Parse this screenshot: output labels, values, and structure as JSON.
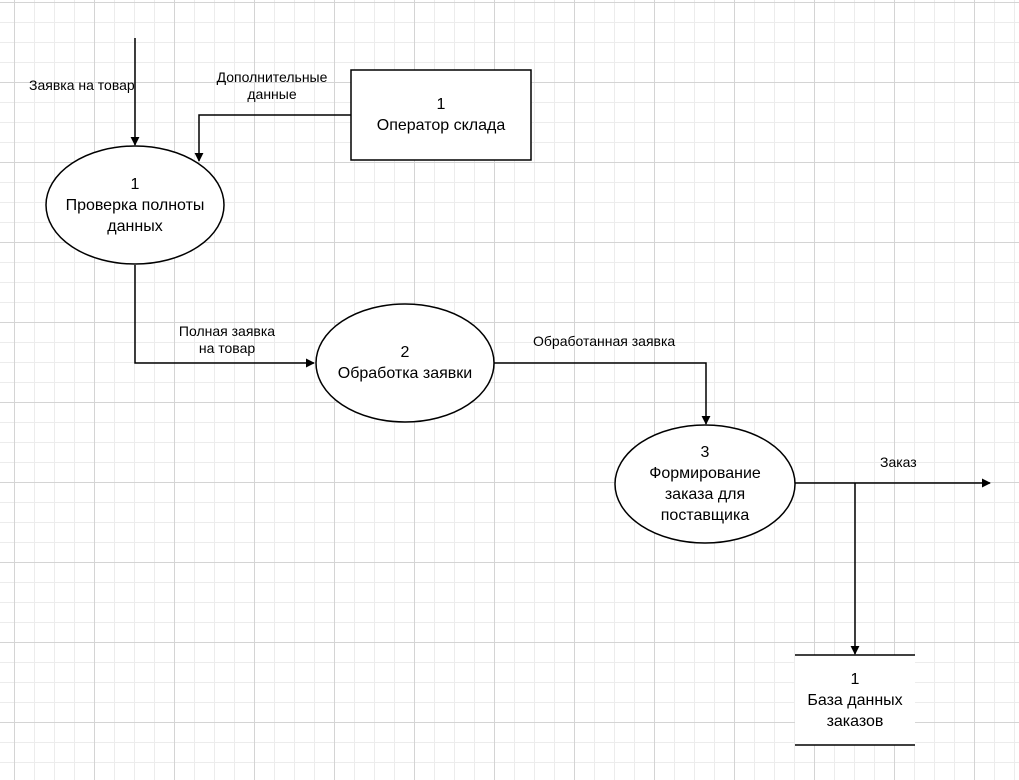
{
  "external": {
    "number": "1",
    "name": "Оператор склада"
  },
  "processes": [
    {
      "number": "1",
      "name_lines": [
        "Проверка полноты",
        "данных"
      ]
    },
    {
      "number": "2",
      "name_lines": [
        "Обработка заявки"
      ]
    },
    {
      "number": "3",
      "name_lines": [
        "Формирование",
        "заказа для",
        "поставщика"
      ]
    }
  ],
  "store": {
    "number": "1",
    "name_lines": [
      "База данных",
      "заказов"
    ]
  },
  "flows": {
    "incoming_request": "Заявка на товар",
    "additional_data_lines": [
      "Дополнительные",
      "данные"
    ],
    "full_request_lines": [
      "Полная заявка",
      "на товар"
    ],
    "processed_request": "Обработанная заявка",
    "order": "Заказ"
  }
}
